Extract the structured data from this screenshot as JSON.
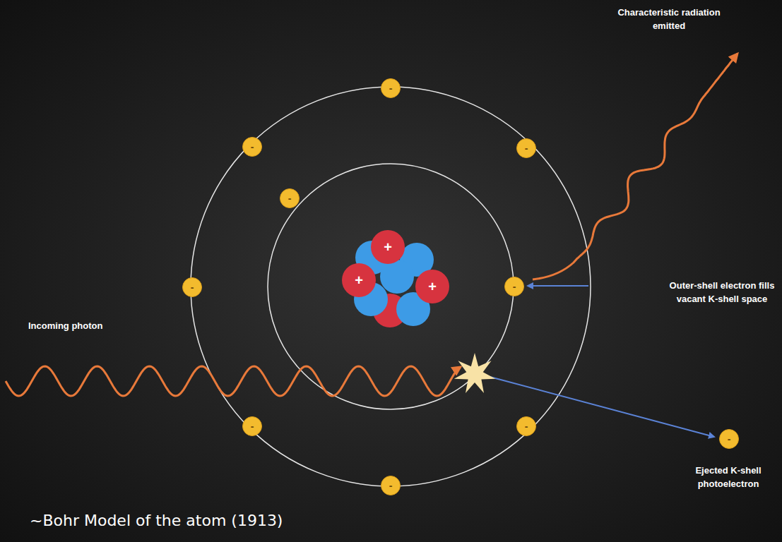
{
  "diagram": {
    "caption": "~Bohr Model of the atom (1913)",
    "nodes": [
      {
        "text": [
          "-"
        ]
      },
      {
        "text": [
          "-"
        ]
      },
      {
        "text": [
          "-"
        ]
      },
      {
        "text": [
          "-"
        ]
      },
      {
        "text": [
          "+"
        ]
      },
      {
        "text": [
          "+"
        ]
      },
      {
        "text": [
          "-"
        ]
      },
      {
        "text": [
          "+"
        ]
      },
      {
        "text": [
          "-"
        ]
      },
      {
        "text": [
          "-"
        ]
      },
      {
        "text": [
          "-"
        ]
      },
      {
        "text": [
          "-"
        ]
      },
      {
        "text": [
          "-"
        ]
      }
    ],
    "labels": [
      "Characteristic radiation emitted",
      "Incoming photon",
      "Outer-shell electron fills vacant K-shell space",
      "Ejected K-shell photoelectron"
    ]
  }
}
